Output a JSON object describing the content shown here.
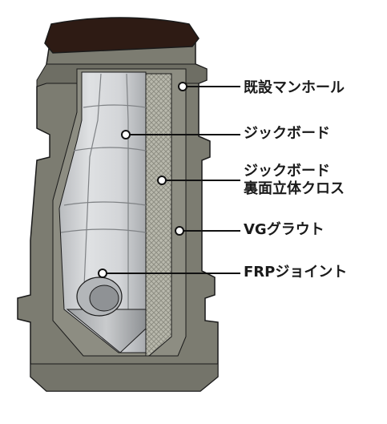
{
  "figure": {
    "labels": {
      "existing_manhole": "既設マンホール",
      "jick_board": "ジックボード",
      "jick_board_back_cloth_line1": "ジックボード",
      "jick_board_back_cloth_line2": "裏面立体クロス",
      "vg_grout": "VGグラウト",
      "frp_joint": "FRPジョイント"
    }
  },
  "colors": {
    "concrete": "#7d7d72",
    "concrete_dark": "#5f5f56",
    "cap": "#2d1a14",
    "grout": "#8a8a80",
    "cloth": "#b8b8ac",
    "board": "#cfd2d4",
    "board_shade": "#aeb1b4",
    "interior": "#e4e6e8",
    "line": "#1a1a1a"
  }
}
